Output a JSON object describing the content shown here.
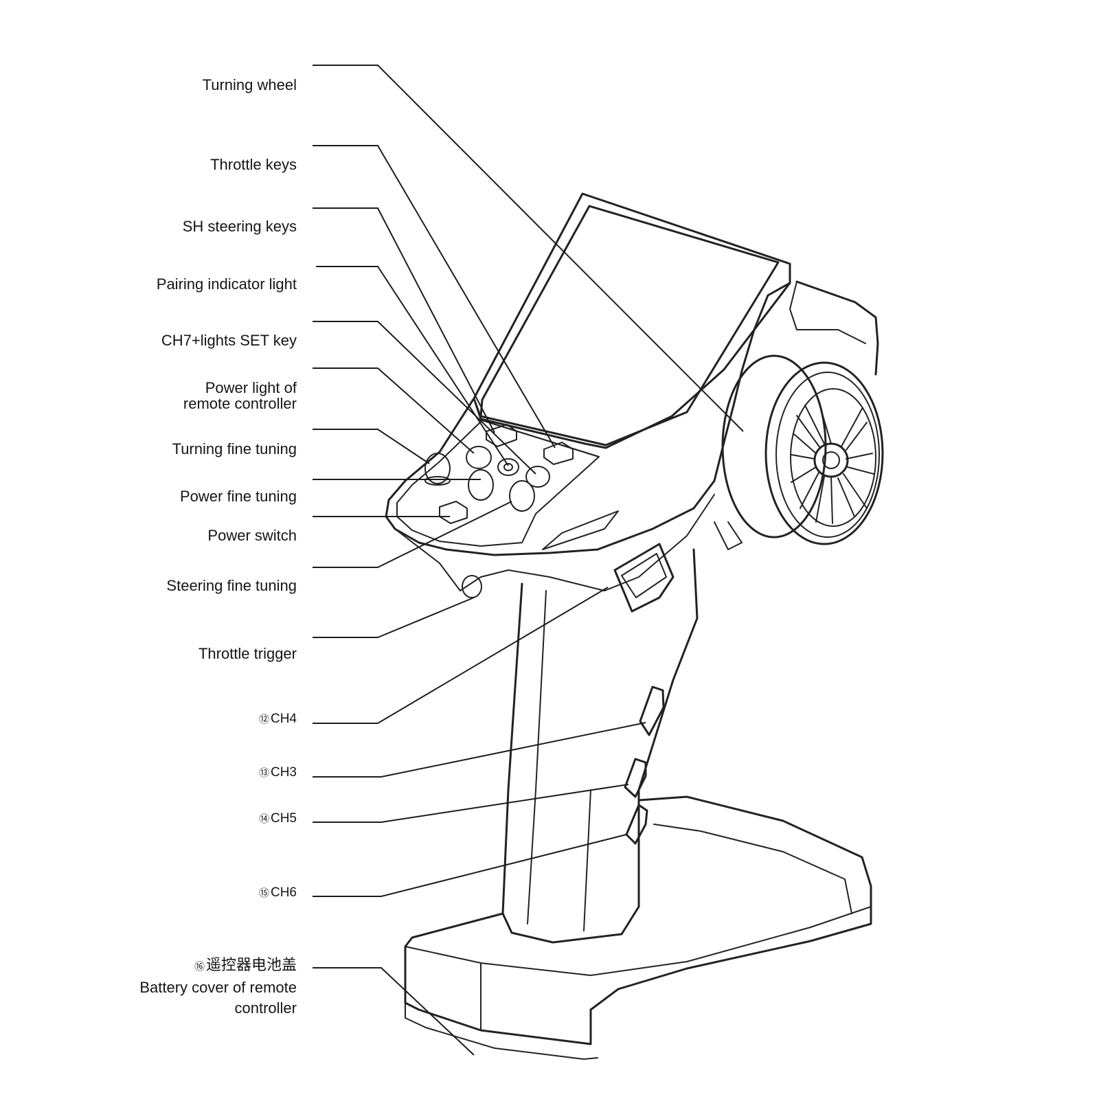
{
  "labels": {
    "turning_wheel": "Turning wheel",
    "throttle_keys": "Throttle keys",
    "sh_steering_keys": "SH steering keys",
    "pairing_indicator_light": "Pairing indicator light",
    "ch7_lights_set_key": "CH7+lights SET key",
    "power_light_line1": "Power light of",
    "power_light_line2": "remote controller",
    "turning_fine_tuning": "Turning fine tuning",
    "power_fine_tuning": "Power fine tuning",
    "power_switch": "Power switch",
    "steering_fine_tuning": "Steering fine tuning",
    "throttle_trigger": "Throttle trigger",
    "ch4": {
      "num": "⑫",
      "text": "CH4"
    },
    "ch3": {
      "num": "⑬",
      "text": "CH3"
    },
    "ch5": {
      "num": "⑭",
      "text": "CH5"
    },
    "ch6": {
      "num": "⑮",
      "text": "CH6"
    },
    "battery_cover": {
      "num": "⑯",
      "zh": "遥控器电池盖",
      "line1": "Battery cover of remote",
      "line2": "controller"
    }
  },
  "colors": {
    "line": "#222222",
    "text": "#151515",
    "background": "#ffffff"
  }
}
